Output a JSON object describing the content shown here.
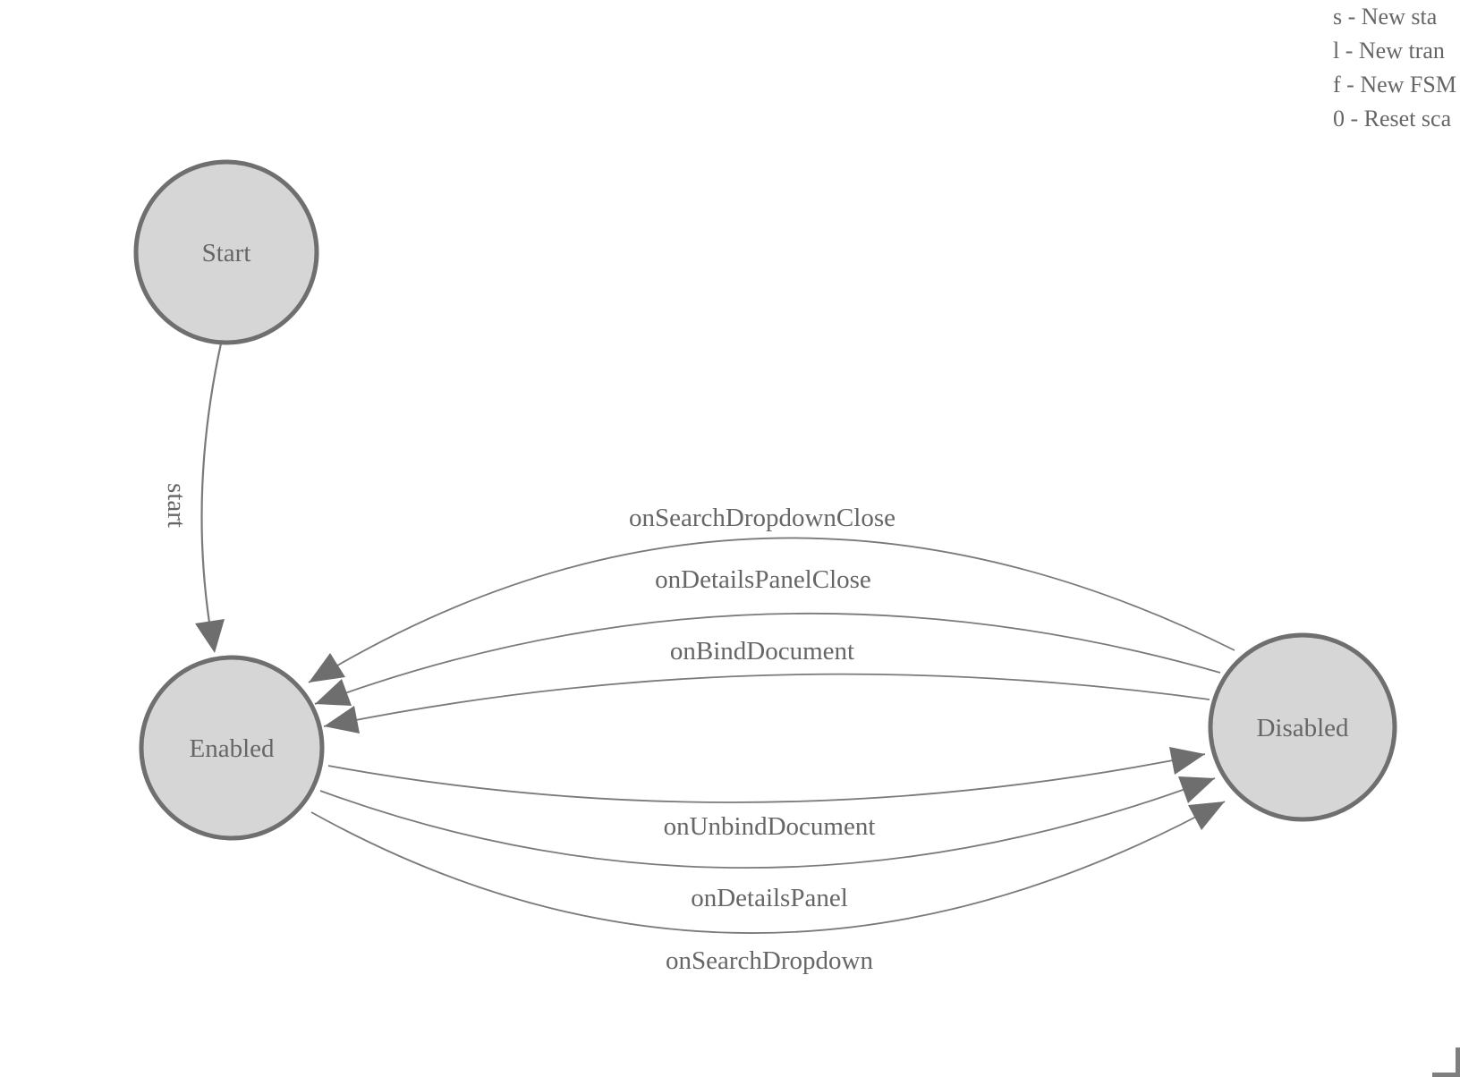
{
  "legend": {
    "lines": [
      "s - New sta",
      "l - New tran",
      "f - New FSM",
      "0 - Reset sca"
    ]
  },
  "nodes": {
    "start": {
      "label": "Start"
    },
    "enabled": {
      "label": "Enabled"
    },
    "disabled": {
      "label": "Disabled"
    }
  },
  "edges": {
    "start_to_enabled": {
      "label": "start"
    },
    "disabled_to_enabled": [
      {
        "label": "onSearchDropdownClose"
      },
      {
        "label": "onDetailsPanelClose"
      },
      {
        "label": "onBindDocument"
      }
    ],
    "enabled_to_disabled": [
      {
        "label": "onUnbindDocument"
      },
      {
        "label": "onDetailsPanel"
      },
      {
        "label": "onSearchDropdown"
      }
    ]
  },
  "colors": {
    "node_fill": "#d6d6d6",
    "node_stroke": "#6f6f6f",
    "edge_stroke": "#7a7a7a",
    "arrow_fill": "#6e6e6e",
    "label_text": "#666666"
  }
}
